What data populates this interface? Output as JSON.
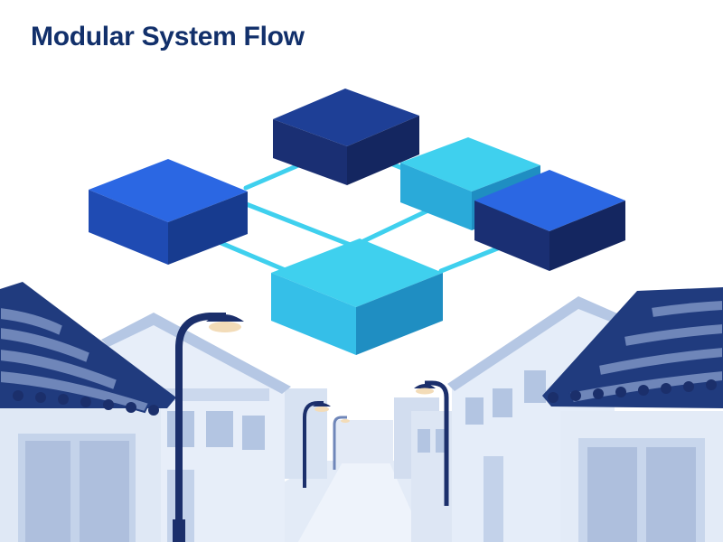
{
  "title": "Modular System Flow",
  "colors": {
    "navy_top": "#1e3f96",
    "navy_front": "#1a2f73",
    "navy_side": "#142660",
    "blue_top": "#2b67e3",
    "blue_front": "#1f4bb3",
    "blue_side": "#173b8f",
    "cyan_top": "#3fd0ee",
    "cyan_front": "#2aaad9",
    "cyan_side": "#1f8ec2",
    "connector": "#3fd0ee",
    "title": "#12306b",
    "street_light": "#dbe6f5",
    "street_mid": "#b6c9e6",
    "street_dark": "#1b2f6b"
  },
  "modules": [
    {
      "name": "module-top",
      "color": "navy"
    },
    {
      "name": "module-left",
      "color": "blue"
    },
    {
      "name": "module-right-cyan",
      "color": "cyan"
    },
    {
      "name": "module-right",
      "color": "navy"
    },
    {
      "name": "module-center",
      "color": "cyan"
    }
  ],
  "icons": [
    "street-lamp-icon",
    "house-icon"
  ]
}
